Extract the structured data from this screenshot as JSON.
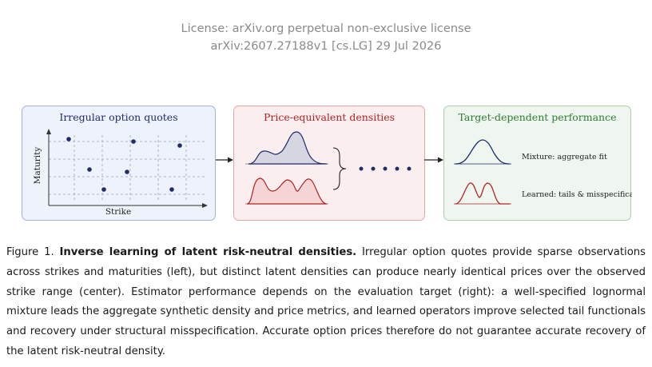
{
  "header": {
    "license_line": "License: arXiv.org perpetual non-exclusive license",
    "arxiv_line": "arXiv:2607.27188v1 [cs.LG] 29 Jul 2026"
  },
  "figure": {
    "left_panel": {
      "title": "Irregular option quotes",
      "y_label": "Maturity",
      "x_label": "Strike"
    },
    "middle_panel": {
      "title": "Price-equivalent densities"
    },
    "right_panel": {
      "title": "Target-dependent performance",
      "row1_label": "Mixture: aggregate fit",
      "row2_label": "Learned: tails & misspecification"
    },
    "colors": {
      "navy": "#1f2d6b",
      "red": "#b32222",
      "green": "#2e7d32"
    }
  },
  "caption": {
    "prefix": "Figure 1.",
    "bold_title": "Inverse learning of latent risk-neutral densities.",
    "body": "Irregular option quotes provide sparse observations across strikes and maturities (left), but distinct latent densities can produce nearly identical prices over the observed strike range (center). Estimator performance depends on the evaluation target (right): a well-specified lognormal mixture leads the aggregate synthetic density and price metrics, and learned operators improve selected tail functionals and recovery under structural misspecification. Accurate option prices therefore do not guarantee accurate recovery of the latent risk-neutral density."
  }
}
